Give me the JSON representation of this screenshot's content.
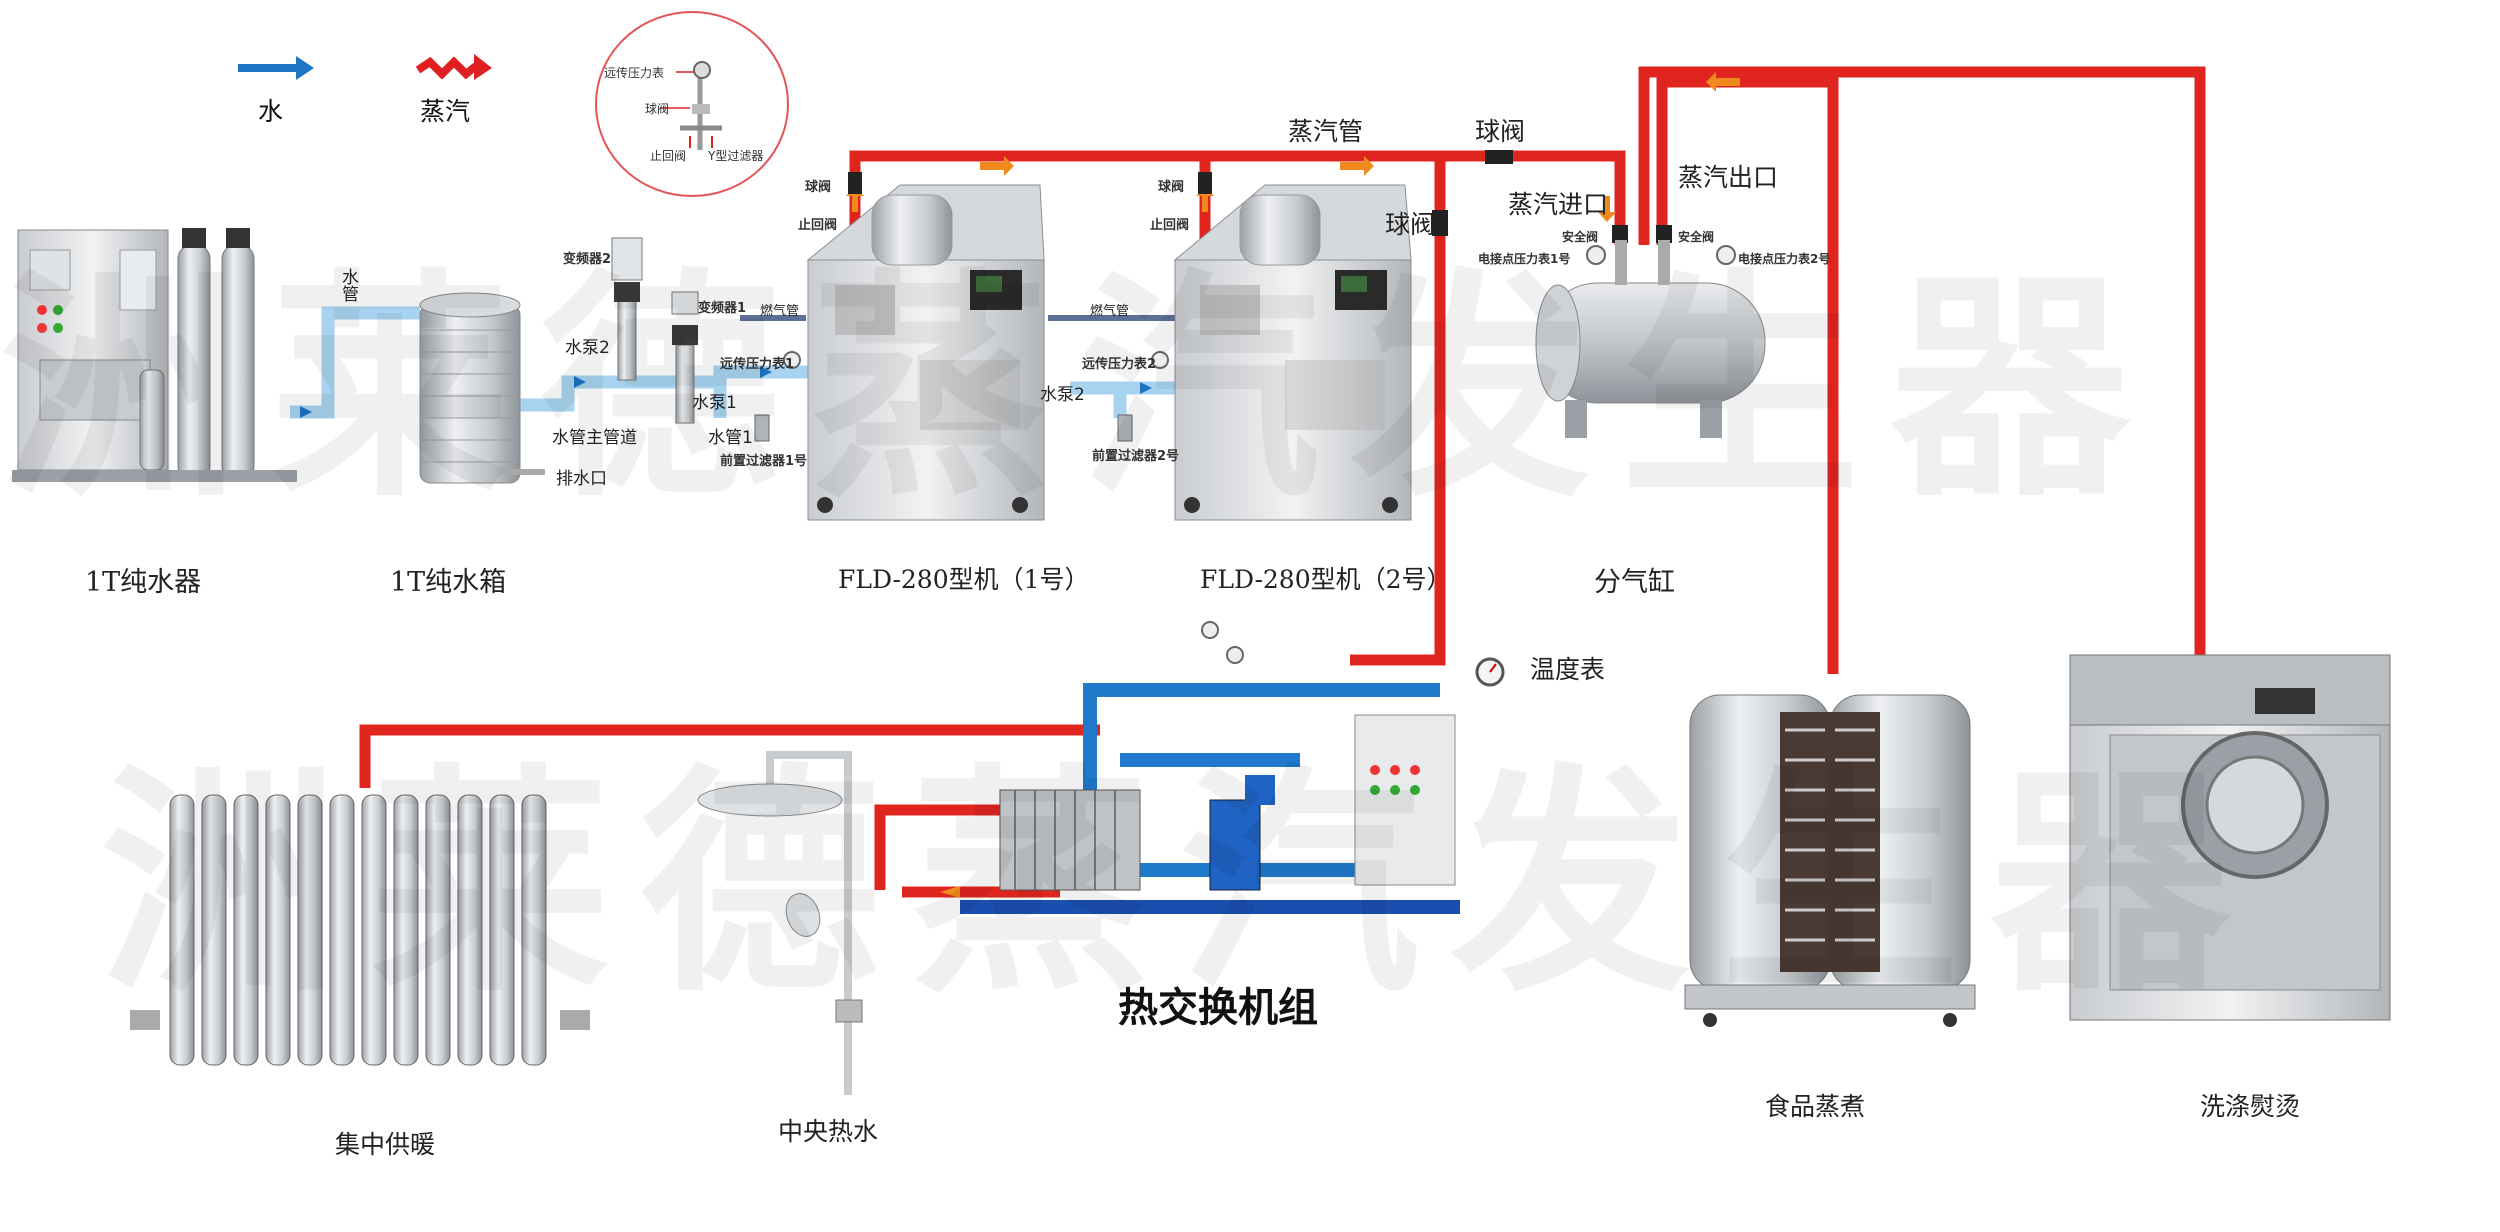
{
  "colors": {
    "water": "#1f73c4",
    "steam": "#e02020",
    "waterPipe": "#a7d3f0",
    "steamPipe": "#e0251f",
    "gasPipe": "#5d6e97"
  },
  "legend": {
    "water": "水",
    "steam": "蒸汽"
  },
  "watermark": "洲莱德蒸汽发生器",
  "inset": {
    "gauge": "远传压力表",
    "ball_valve": "球阀",
    "check_valve": "止回阀",
    "y_filter": "Y型过滤器"
  },
  "equipment": {
    "ro": "1T纯水器",
    "tank": "1T纯水箱",
    "gen1": "FLD-280型机（1号）",
    "gen2": "FLD-280型机（2号）",
    "header": "分气缸",
    "hx": "热交换机组",
    "heating": "集中供暖",
    "hotwater": "中央热水",
    "food": "食品蒸煮",
    "laundry": "洗涤熨烫"
  },
  "pipes": {
    "water_pipe": "水管",
    "main_water": "水管主管道",
    "drain": "排水口",
    "pump1": "水泵1",
    "pump2_left": "水泵2",
    "pump2_right": "水泵2",
    "water_pipe1": "水管1",
    "steam_pipe": "蒸汽管",
    "ball_valve_top": "球阀",
    "ball_valve_side": "球阀",
    "steam_in": "蒸汽进口",
    "steam_out": "蒸汽出口",
    "thermometer": "温度表",
    "gas1": "燃气管",
    "gas2": "燃气管"
  },
  "small_labels": {
    "inverter2": "变频器2",
    "inverter1": "变频器1",
    "remote_gauge1": "远传压力表1",
    "remote_gauge2": "远传压力表2",
    "filter1": "前置过滤器1号",
    "filter2": "前置过滤器2号",
    "ball_valve_g1": "球阀",
    "check_valve_g1": "止回阀",
    "ball_valve_g2": "球阀",
    "check_valve_g2": "止回阀",
    "contact_gauge1": "电接点压力表1号",
    "contact_gauge2": "电接点压力表2号",
    "safety_valve1": "安全阀",
    "safety_valve2": "安全阀"
  }
}
